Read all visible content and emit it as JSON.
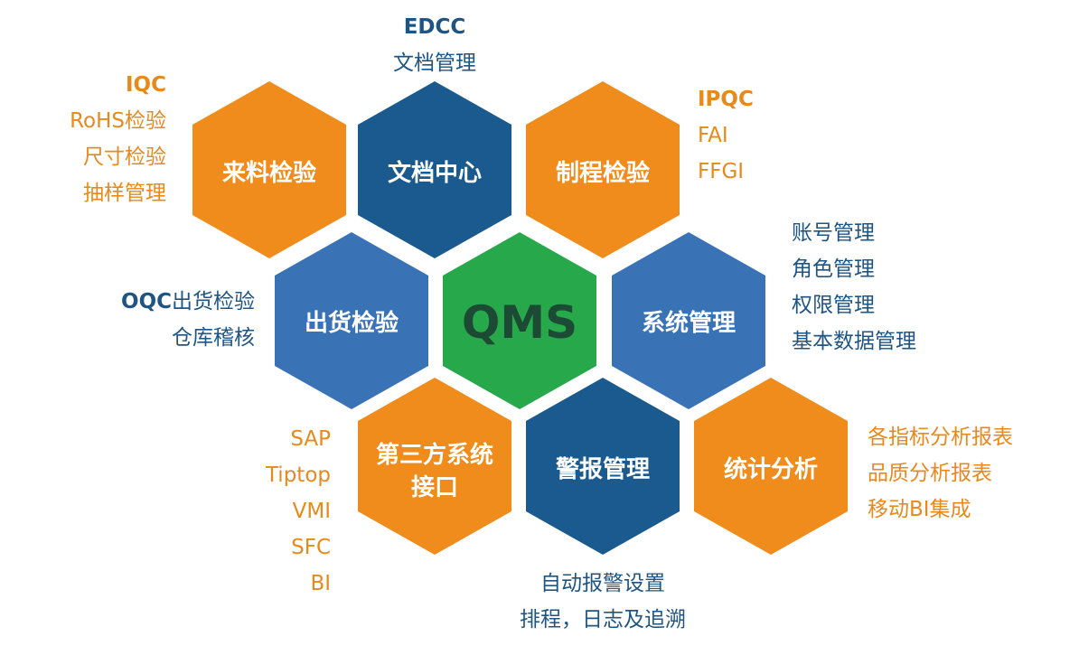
{
  "colors": {
    "orange": "#f08c1c",
    "navy": "#1b5a8e",
    "blue": "#3a72b6",
    "green": "#27a84a",
    "label_orange": "#e8891c",
    "label_navy": "#1f5583"
  },
  "hexagons": {
    "incoming": "来料检验",
    "docs": "文档中心",
    "process": "制程检验",
    "outgoing": "出货检验",
    "center": "QMS",
    "system": "系统管理",
    "third_party_line1": "第三方系统",
    "third_party_line2": "接口",
    "alarm": "警报管理",
    "stats": "统计分析"
  },
  "labels": {
    "iqc": {
      "title": "IQC",
      "items": [
        "RoHS检验",
        "尺寸检验",
        "抽样管理"
      ]
    },
    "edcc": {
      "title": "EDCC",
      "items": [
        "文档管理"
      ]
    },
    "ipqc": {
      "title": "IPQC",
      "items": [
        "FAI",
        "FFGI"
      ]
    },
    "oqc": {
      "title": "OQC",
      "title_suffix": "出货检验",
      "items": [
        "仓库稽核"
      ]
    },
    "system": {
      "items": [
        "账号管理",
        "角色管理",
        "权限管理",
        "基本数据管理"
      ]
    },
    "third_party": {
      "items": [
        "SAP",
        "Tiptop",
        "VMI",
        "SFC",
        "BI"
      ]
    },
    "alarm": {
      "items": [
        "自动报警设置",
        "排程，日志及追溯"
      ]
    },
    "stats": {
      "items": [
        "各指标分析报表",
        "品质分析报表",
        "移动BI集成"
      ]
    }
  }
}
